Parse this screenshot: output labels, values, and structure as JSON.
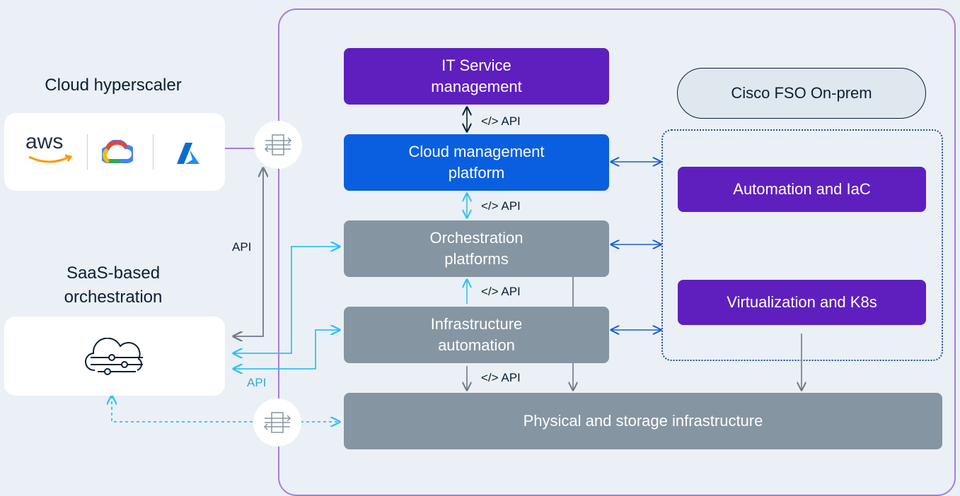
{
  "left": {
    "cloud_title": "Cloud hyperscaler",
    "aws_logo_text": "aws",
    "saas_title": "SaaS-based\norchestration"
  },
  "boxes": {
    "itsm": "IT Service\nmanagement",
    "cmp": "Cloud management\nplatform",
    "orchestration": "Orchestration\nplatforms",
    "infra": "Infrastructure\nautomation",
    "physical": "Physical and storage infrastructure",
    "cisco": "Cisco FSO On-prem",
    "automation": "Automation and IaC",
    "virtualization": "Virtualization and K8s"
  },
  "labels": {
    "api_itsm_cmp": "</> API",
    "api_cmp_orch": "</> API",
    "api_infra_orch": "</> API",
    "api_infra_phys": "</> API",
    "api_left_gray": "API",
    "api_left_cyan": "API"
  },
  "colors": {
    "purple": "#5f1fbf",
    "blue": "#0a5fe0",
    "gray": "#8595a2",
    "accent_border": "#a77be0",
    "cyan": "#33c1f0",
    "connector_blue": "#1a5fd0",
    "dotted_blue": "#1e4fa0"
  },
  "icons": [
    "amazon-smile-icon",
    "google-cloud-icon",
    "azure-icon",
    "connector-hub-icon",
    "cloud-sliders-icon"
  ]
}
